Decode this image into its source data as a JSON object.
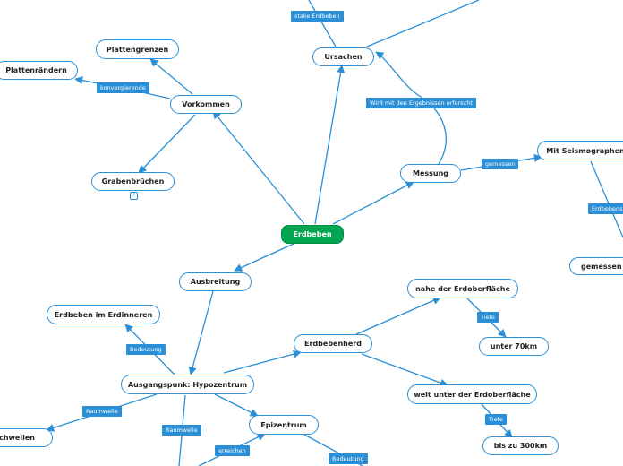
{
  "colors": {
    "line": "#2a8fd6",
    "root_fill": "#00a651",
    "label_fill": "#2a8fd6"
  },
  "nodes": {
    "root": "Erdbeben",
    "ursachen": "Ursachen",
    "vorkommen": "Vorkommen",
    "plattengrenzen": "Plattengrenzen",
    "plattenraendern": "Plattenrändern",
    "grabenbruechen": "Grabenbrüchen",
    "messung": "Messung",
    "seismographen": "Mit Seismographen",
    "gemessen": "gemessen u",
    "ausbreitung": "Ausbreitung",
    "hypozentrum": "Ausgangspunk: Hypozentrum",
    "erdinneren": "Erdbeben im Erdinneren",
    "erdbebenherd": "Erdbebenherd",
    "nahe": "nahe der Erdoberfläche",
    "unter70": "unter 70km",
    "weit": "weit unter der Erdoberfläche",
    "bis300": "bis zu 300km",
    "epizentrum": "Epizentrum",
    "schwellen": "-Schwellen"
  },
  "labels": {
    "stake": "stake Erdbeben",
    "konvergierende": "konvergierende",
    "ergebnissen": "Wird mit den Ergebnissen erforscht",
    "gemessen_lbl": "gemessen",
    "erdbebenst": "Erdbebenst",
    "bedeutung1": "Bedeutung",
    "tiefe1": "Tiefe",
    "tiefe2": "Tiefe",
    "raumwelle1": "Raumwelle",
    "raumwelle2": "Raumwelle",
    "erreichen": "erreichen",
    "bedeutung2": "Bedeutung"
  },
  "expander_glyph": "↑"
}
